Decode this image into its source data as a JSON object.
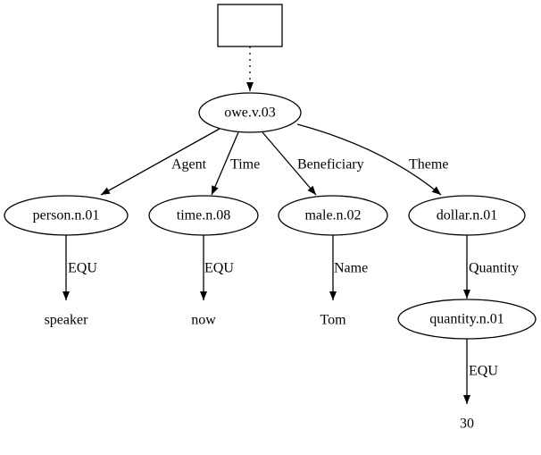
{
  "graph": {
    "nodes": {
      "root_box": "",
      "owe": "owe.v.03",
      "person": "person.n.01",
      "time": "time.n.08",
      "male": "male.n.02",
      "dollar": "dollar.n.01",
      "quantity": "quantity.n.01"
    },
    "leaves": {
      "speaker": "speaker",
      "now": "now",
      "tom": "Tom",
      "thirty": "30"
    },
    "edges": {
      "agent": "Agent",
      "time": "Time",
      "beneficiary": "Beneficiary",
      "theme": "Theme",
      "person_equ": "EQU",
      "time_equ": "EQU",
      "male_name": "Name",
      "dollar_quantity": "Quantity",
      "quantity_equ": "EQU"
    }
  }
}
